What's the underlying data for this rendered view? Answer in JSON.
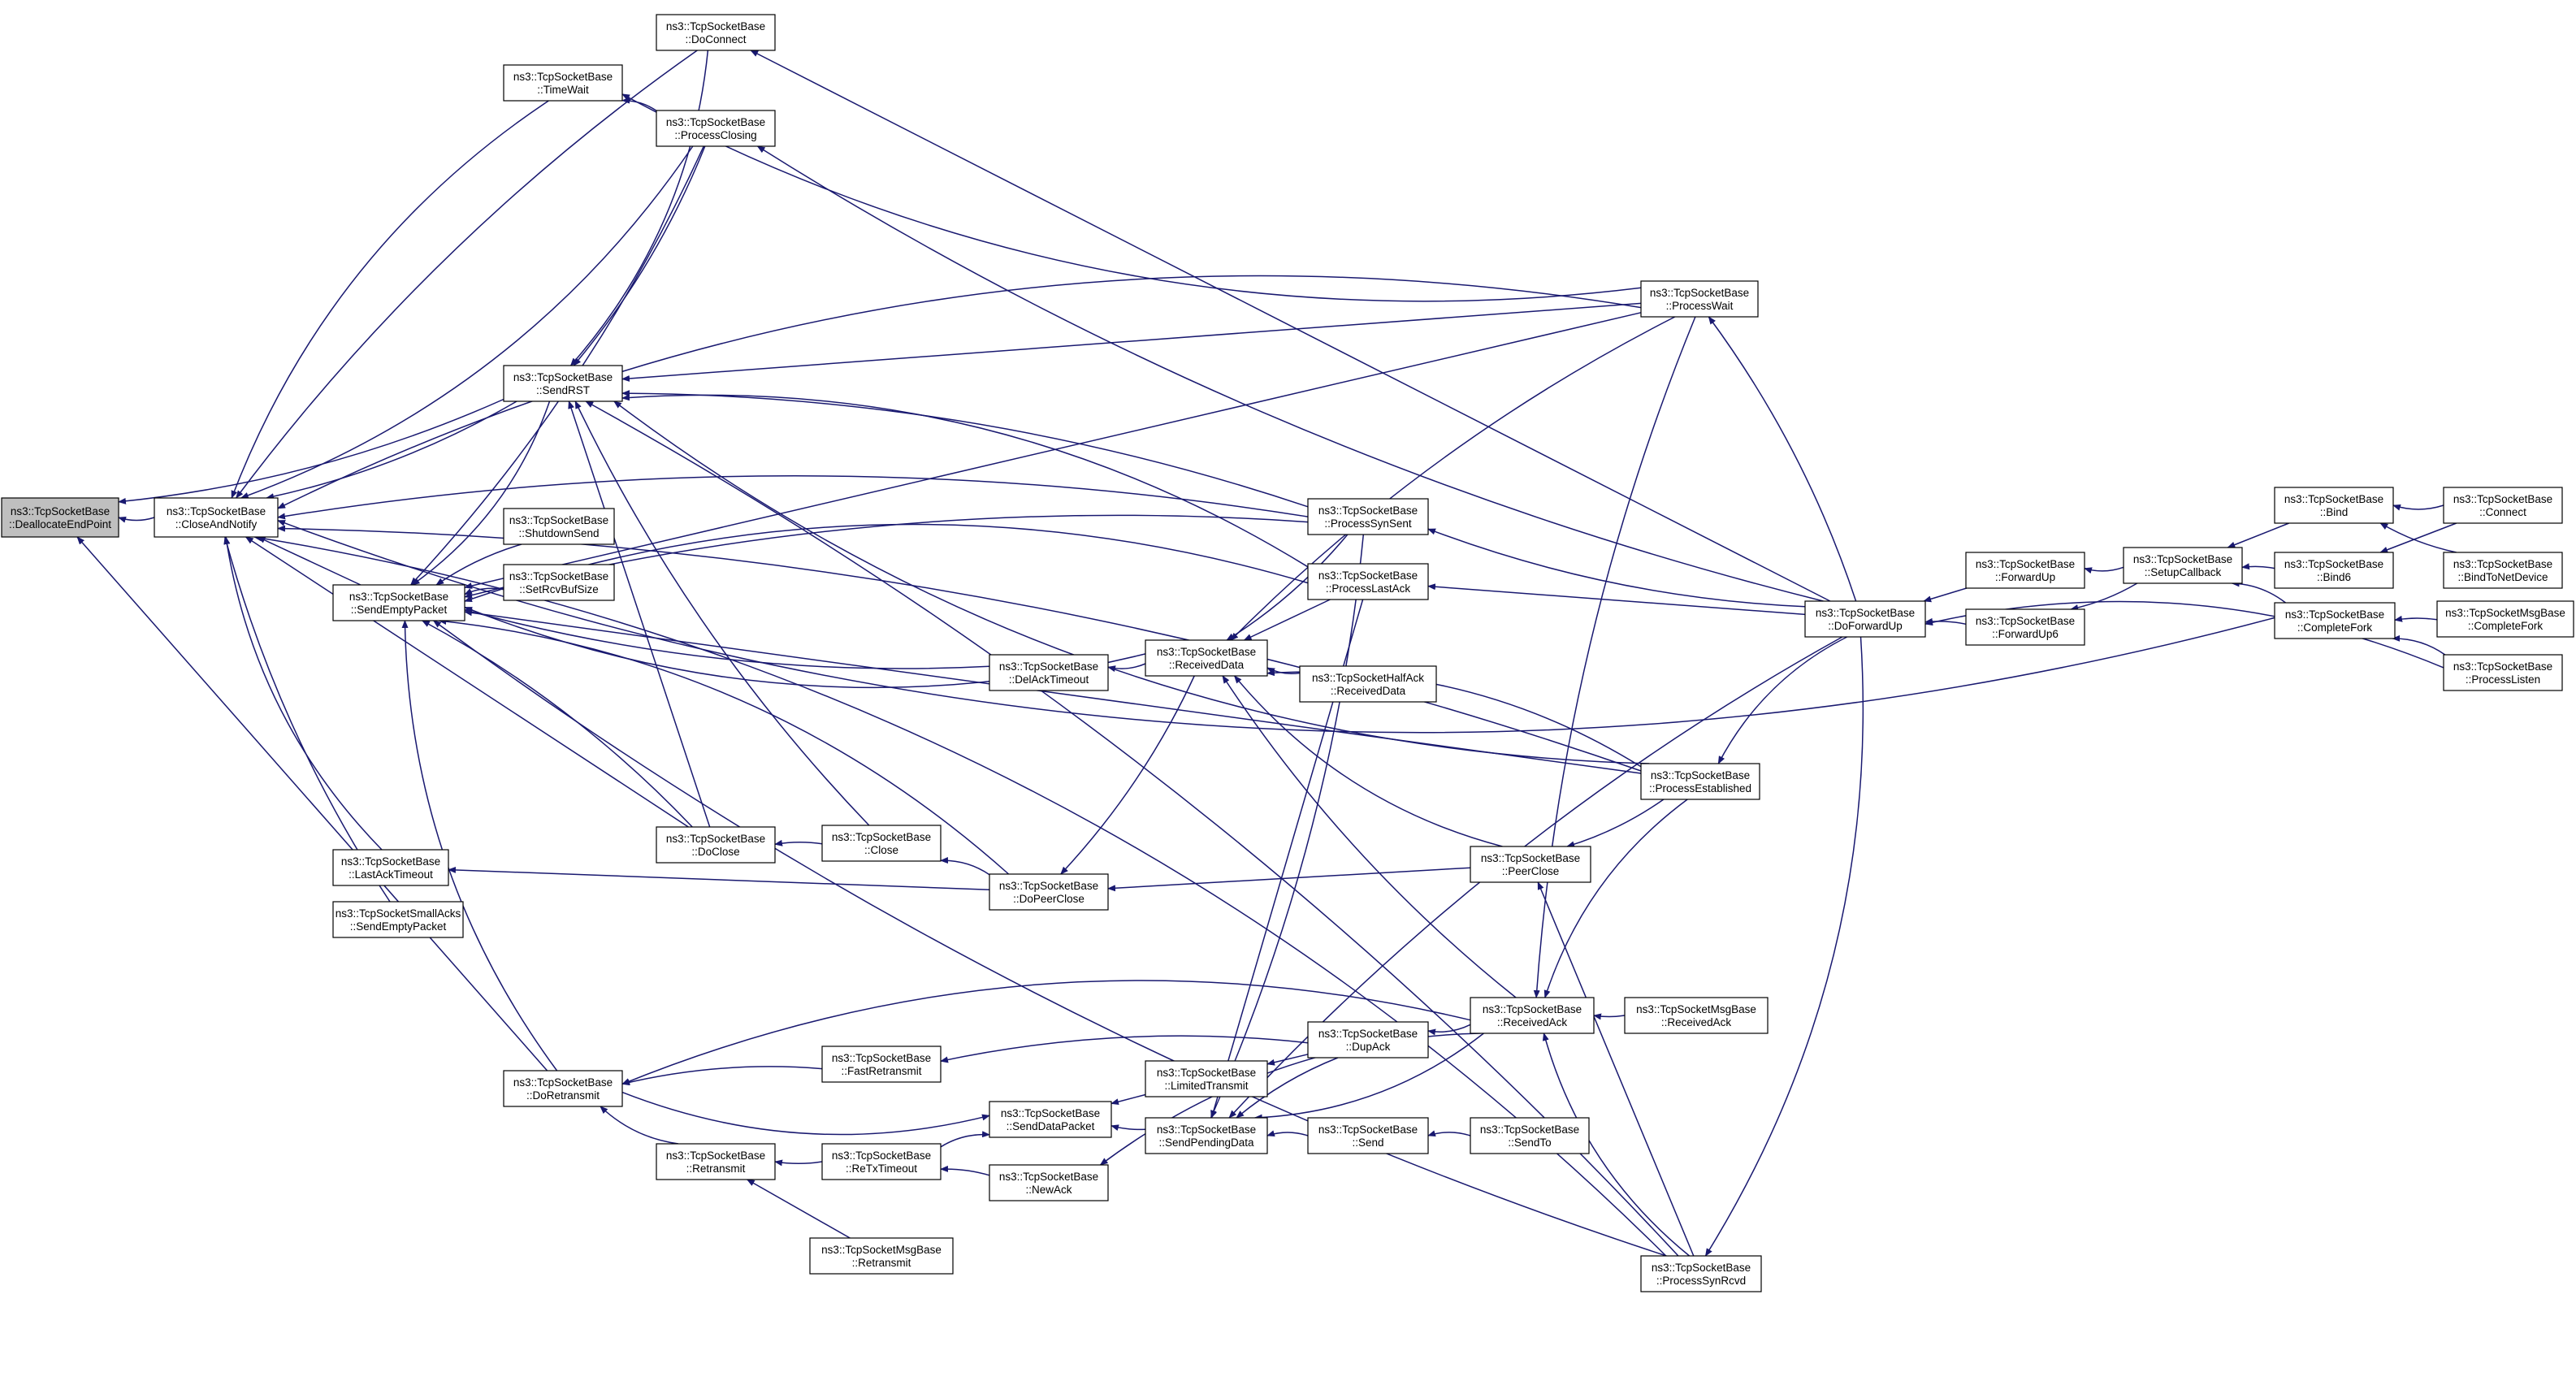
{
  "nodes": [
    {
      "id": "dealloc",
      "label": "ns3::TcpSocketBase\n::DeallocateEndPoint",
      "root": true
    },
    {
      "id": "closeNotify",
      "label": "ns3::TcpSocketBase\n::CloseAndNotify"
    },
    {
      "id": "doConnect",
      "label": "ns3::TcpSocketBase\n::DoConnect"
    },
    {
      "id": "timeWait",
      "label": "ns3::TcpSocketBase\n::TimeWait"
    },
    {
      "id": "procClosing",
      "label": "ns3::TcpSocketBase\n::ProcessClosing"
    },
    {
      "id": "sendRST",
      "label": "ns3::TcpSocketBase\n::SendRST"
    },
    {
      "id": "shutdownSend",
      "label": "ns3::TcpSocketBase\n::ShutdownSend"
    },
    {
      "id": "setRcvBuf",
      "label": "ns3::TcpSocketBase\n::SetRcvBufSize"
    },
    {
      "id": "sendEmpty",
      "label": "ns3::TcpSocketBase\n::SendEmptyPacket"
    },
    {
      "id": "lastAckTimeout",
      "label": "ns3::TcpSocketBase\n::LastAckTimeout"
    },
    {
      "id": "smallAcks",
      "label": "ns3::TcpSocketSmallAcks\n::SendEmptyPacket"
    },
    {
      "id": "doRetransmit",
      "label": "ns3::TcpSocketBase\n::DoRetransmit"
    },
    {
      "id": "retransmit",
      "label": "ns3::TcpSocketBase\n::Retransmit"
    },
    {
      "id": "msgRetransmit",
      "label": "ns3::TcpSocketMsgBase\n::Retransmit"
    },
    {
      "id": "doClose",
      "label": "ns3::TcpSocketBase\n::DoClose"
    },
    {
      "id": "close",
      "label": "ns3::TcpSocketBase\n::Close"
    },
    {
      "id": "delAckTimeout",
      "label": "ns3::TcpSocketBase\n::DelAckTimeout"
    },
    {
      "id": "doPeerClose",
      "label": "ns3::TcpSocketBase\n::DoPeerClose"
    },
    {
      "id": "fastRetransmit",
      "label": "ns3::TcpSocketBase\n::FastRetransmit"
    },
    {
      "id": "sendDataPacket",
      "label": "ns3::TcpSocketBase\n::SendDataPacket"
    },
    {
      "id": "reTxTimeout",
      "label": "ns3::TcpSocketBase\n::ReTxTimeout"
    },
    {
      "id": "newAck",
      "label": "ns3::TcpSocketBase\n::NewAck"
    },
    {
      "id": "receivedData",
      "label": "ns3::TcpSocketBase\n::ReceivedData"
    },
    {
      "id": "halfAck",
      "label": "ns3::TcpSocketHalfAck\n::ReceivedData"
    },
    {
      "id": "limitedTransmit",
      "label": "ns3::TcpSocketBase\n::LimitedTransmit"
    },
    {
      "id": "sendPending",
      "label": "ns3::TcpSocketBase\n::SendPendingData"
    },
    {
      "id": "procSynSent",
      "label": "ns3::TcpSocketBase\n::ProcessSynSent"
    },
    {
      "id": "procLastAck",
      "label": "ns3::TcpSocketBase\n::ProcessLastAck"
    },
    {
      "id": "dupAck",
      "label": "ns3::TcpSocketBase\n::DupAck"
    },
    {
      "id": "send",
      "label": "ns3::TcpSocketBase\n::Send"
    },
    {
      "id": "sendTo",
      "label": "ns3::TcpSocketBase\n::SendTo"
    },
    {
      "id": "procWait",
      "label": "ns3::TcpSocketBase\n::ProcessWait"
    },
    {
      "id": "procEstablished",
      "label": "ns3::TcpSocketBase\n::ProcessEstablished"
    },
    {
      "id": "peerClose",
      "label": "ns3::TcpSocketBase\n::PeerClose"
    },
    {
      "id": "receivedAck",
      "label": "ns3::TcpSocketBase\n::ReceivedAck"
    },
    {
      "id": "msgReceivedAck",
      "label": "ns3::TcpSocketMsgBase\n::ReceivedAck"
    },
    {
      "id": "procSynRcvd",
      "label": "ns3::TcpSocketBase\n::ProcessSynRcvd"
    },
    {
      "id": "doForwardUp",
      "label": "ns3::TcpSocketBase\n::DoForwardUp"
    },
    {
      "id": "forwardUp",
      "label": "ns3::TcpSocketBase\n::ForwardUp"
    },
    {
      "id": "forwardUp6",
      "label": "ns3::TcpSocketBase\n::ForwardUp6"
    },
    {
      "id": "setupCallback",
      "label": "ns3::TcpSocketBase\n::SetupCallback"
    },
    {
      "id": "bind",
      "label": "ns3::TcpSocketBase\n::Bind"
    },
    {
      "id": "bind6",
      "label": "ns3::TcpSocketBase\n::Bind6"
    },
    {
      "id": "completeFork",
      "label": "ns3::TcpSocketBase\n::CompleteFork"
    },
    {
      "id": "connect",
      "label": "ns3::TcpSocketBase\n::Connect"
    },
    {
      "id": "bindToNetDevice",
      "label": "ns3::TcpSocketBase\n::BindToNetDevice"
    },
    {
      "id": "msgCompleteFork",
      "label": "ns3::TcpSocketMsgBase\n::CompleteFork"
    },
    {
      "id": "procListen",
      "label": "ns3::TcpSocketBase\n::ProcessListen"
    }
  ],
  "edges": [
    {
      "from": "closeNotify",
      "to": "dealloc"
    },
    {
      "from": "sendRST",
      "to": "dealloc"
    },
    {
      "from": "doRetransmit",
      "to": "dealloc"
    },
    {
      "from": "doConnect",
      "to": "closeNotify"
    },
    {
      "from": "timeWait",
      "to": "closeNotify"
    },
    {
      "from": "procClosing",
      "to": "closeNotify"
    },
    {
      "from": "sendRST",
      "to": "closeNotify"
    },
    {
      "from": "sendEmpty",
      "to": "closeNotify"
    },
    {
      "from": "procSynSent",
      "to": "closeNotify"
    },
    {
      "from": "procWait",
      "to": "closeNotify"
    },
    {
      "from": "lastAckTimeout",
      "to": "closeNotify"
    },
    {
      "from": "smallAcks",
      "to": "closeNotify"
    },
    {
      "from": "doClose",
      "to": "closeNotify"
    },
    {
      "from": "procEstablished",
      "to": "closeNotify"
    },
    {
      "from": "procSynRcvd",
      "to": "closeNotify"
    },
    {
      "from": "doConnect",
      "to": "sendRST"
    },
    {
      "from": "procClosing",
      "to": "sendRST"
    },
    {
      "from": "procWait",
      "to": "sendRST"
    },
    {
      "from": "procSynSent",
      "to": "sendRST"
    },
    {
      "from": "procLastAck",
      "to": "sendRST"
    },
    {
      "from": "procEstablished",
      "to": "sendRST"
    },
    {
      "from": "close",
      "to": "sendRST"
    },
    {
      "from": "doClose",
      "to": "sendRST"
    },
    {
      "from": "procSynRcvd",
      "to": "sendRST"
    },
    {
      "from": "procClosing",
      "to": "timeWait"
    },
    {
      "from": "procWait",
      "to": "timeWait"
    },
    {
      "from": "doForwardUp",
      "to": "procClosing"
    },
    {
      "from": "doForwardUp",
      "to": "doConnect"
    },
    {
      "from": "shutdownSend",
      "to": "sendEmpty"
    },
    {
      "from": "setRcvBuf",
      "to": "sendEmpty"
    },
    {
      "from": "sendRST",
      "to": "sendEmpty"
    },
    {
      "from": "procClosing",
      "to": "sendEmpty"
    },
    {
      "from": "procWait",
      "to": "sendEmpty"
    },
    {
      "from": "procSynSent",
      "to": "sendEmpty"
    },
    {
      "from": "procLastAck",
      "to": "sendEmpty"
    },
    {
      "from": "receivedData",
      "to": "sendEmpty"
    },
    {
      "from": "delAckTimeout",
      "to": "sendEmpty"
    },
    {
      "from": "procEstablished",
      "to": "sendEmpty"
    },
    {
      "from": "doClose",
      "to": "sendEmpty"
    },
    {
      "from": "doPeerClose",
      "to": "sendEmpty"
    },
    {
      "from": "doRetransmit",
      "to": "sendEmpty"
    },
    {
      "from": "procSynRcvd",
      "to": "sendEmpty"
    },
    {
      "from": "doPeerClose",
      "to": "lastAckTimeout"
    },
    {
      "from": "fastRetransmit",
      "to": "doRetransmit"
    },
    {
      "from": "receivedAck",
      "to": "doRetransmit"
    },
    {
      "from": "retransmit",
      "to": "doRetransmit"
    },
    {
      "from": "reTxTimeout",
      "to": "retransmit"
    },
    {
      "from": "msgRetransmit",
      "to": "retransmit"
    },
    {
      "from": "close",
      "to": "doClose"
    },
    {
      "from": "doPeerClose",
      "to": "close"
    },
    {
      "from": "receivedData",
      "to": "delAckTimeout"
    },
    {
      "from": "receivedData",
      "to": "doPeerClose"
    },
    {
      "from": "peerClose",
      "to": "doPeerClose"
    },
    {
      "from": "dupAck",
      "to": "fastRetransmit"
    },
    {
      "from": "doRetransmit",
      "to": "sendDataPacket"
    },
    {
      "from": "reTxTimeout",
      "to": "sendDataPacket"
    },
    {
      "from": "sendPending",
      "to": "sendDataPacket"
    },
    {
      "from": "limitedTransmit",
      "to": "sendDataPacket"
    },
    {
      "from": "newAck",
      "to": "reTxTimeout"
    },
    {
      "from": "receivedAck",
      "to": "newAck"
    },
    {
      "from": "halfAck",
      "to": "receivedData"
    },
    {
      "from": "procSynSent",
      "to": "receivedData"
    },
    {
      "from": "procLastAck",
      "to": "receivedData"
    },
    {
      "from": "procWait",
      "to": "receivedData"
    },
    {
      "from": "procEstablished",
      "to": "receivedData"
    },
    {
      "from": "peerClose",
      "to": "receivedData"
    },
    {
      "from": "receivedAck",
      "to": "receivedData"
    },
    {
      "from": "dupAck",
      "to": "limitedTransmit"
    },
    {
      "from": "dupAck",
      "to": "sendPending"
    },
    {
      "from": "send",
      "to": "sendPending"
    },
    {
      "from": "receivedAck",
      "to": "sendPending"
    },
    {
      "from": "procSynSent",
      "to": "sendPending"
    },
    {
      "from": "procLastAck",
      "to": "sendPending"
    },
    {
      "from": "doForwardUp",
      "to": "sendPending"
    },
    {
      "from": "sendTo",
      "to": "send"
    },
    {
      "from": "receivedAck",
      "to": "dupAck"
    },
    {
      "from": "doForwardUp",
      "to": "procSynSent"
    },
    {
      "from": "doForwardUp",
      "to": "procLastAck"
    },
    {
      "from": "doForwardUp",
      "to": "procWait"
    },
    {
      "from": "doForwardUp",
      "to": "procEstablished"
    },
    {
      "from": "doForwardUp",
      "to": "procSynRcvd"
    },
    {
      "from": "procEstablished",
      "to": "peerClose"
    },
    {
      "from": "procSynRcvd",
      "to": "peerClose"
    },
    {
      "from": "procWait",
      "to": "receivedAck"
    },
    {
      "from": "procEstablished",
      "to": "receivedAck"
    },
    {
      "from": "procSynRcvd",
      "to": "receivedAck"
    },
    {
      "from": "msgReceivedAck",
      "to": "receivedAck"
    },
    {
      "from": "forwardUp",
      "to": "doForwardUp"
    },
    {
      "from": "forwardUp6",
      "to": "doForwardUp"
    },
    {
      "from": "procListen",
      "to": "doForwardUp"
    },
    {
      "from": "setupCallback",
      "to": "forwardUp"
    },
    {
      "from": "setupCallback",
      "to": "forwardUp6"
    },
    {
      "from": "bind",
      "to": "setupCallback"
    },
    {
      "from": "bind6",
      "to": "setupCallback"
    },
    {
      "from": "completeFork",
      "to": "setupCallback"
    },
    {
      "from": "connect",
      "to": "bind"
    },
    {
      "from": "bindToNetDevice",
      "to": "bind"
    },
    {
      "from": "connect",
      "to": "bind6"
    },
    {
      "from": "msgCompleteFork",
      "to": "completeFork"
    },
    {
      "from": "procListen",
      "to": "completeFork"
    },
    {
      "from": "completeFork",
      "to": "closeNotify"
    }
  ]
}
